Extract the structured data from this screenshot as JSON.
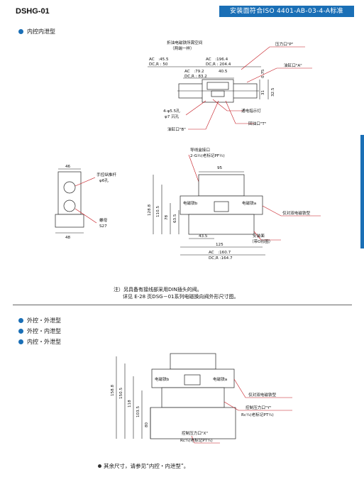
{
  "header": {
    "model_code": "DSHG-01",
    "banner": "安装面符合ISO 4401-AB-03-4-A标准"
  },
  "section1": {
    "label": "内控内泄型"
  },
  "top_view": {
    "annotation_left": "折油电磁铁所需空间",
    "annotation_left_sub": "（两端一样）",
    "ac1": "AC　:45.5",
    "dcr1": "DC,R : 50",
    "ac2": "AC　:196.4",
    "dcr2": "DC,R : 204.4",
    "ac3": "AC　:79.2",
    "dcr3": "DC,R : 83.2",
    "d405": "40.5",
    "d075": "0.75",
    "d31": "31",
    "d325": "32.5",
    "p_port": "压力口\"P\"",
    "a_port": "油缸口\"A\"",
    "b_port": "油缸口\"B\"",
    "t_port": "回油口\"T\"",
    "lamp": "通电指示灯",
    "hole": "4-φ5.5孔",
    "counterbore": "φ7 沉孔"
  },
  "side_view": {
    "w46": "46",
    "w48": "48",
    "manual_pin": "手控纵推杆",
    "pin_hole": "φ6孔",
    "nut": "螺母",
    "nut_size": "S27"
  },
  "front_view": {
    "wire_port": "导线盒接口",
    "wire_port_spec": "2-G½(老标记PF½)",
    "w95": "95",
    "h128_8": "128.8",
    "h110_5": "110.5",
    "h78": "78",
    "h63_5": "63.5",
    "w43_5": "43.5",
    "w125": "125",
    "ac": "AC　:160.7",
    "dcr": "DC,R :164.7",
    "solenoid_left": "电磁铁b",
    "solenoid_right": "电磁铁a",
    "only_double": "仅对双电磁铁型",
    "mount_face": "安装面",
    "o_ring": "（带O形圈）"
  },
  "notes": {
    "line1": "注）另具备有接线部采用DIN插头的阀。",
    "line2": "详见 E-28 页DSG－01系列电磁换向阀外形尺寸图。"
  },
  "section2": {
    "labels": [
      "外控・外泄型",
      "外控・内泄型",
      "内控・外泄型"
    ]
  },
  "bottom_view": {
    "h158_8": "158.8",
    "h150_5": "150.5",
    "h118": "118",
    "h103_5": "103.5",
    "h80": "80",
    "solenoid_left": "电磁铁b",
    "solenoid_right": "电磁铁a",
    "only_double": "仅对双电磁铁型",
    "y_port": "控制压力口\"Y\"",
    "y_port_spec": "Rc¼(老标记PT¼)",
    "x_port": "控制压力口\"X\"",
    "x_port_spec": "Rc¼(老标记PT¼)",
    "footer": "其余尺寸，请参见“内控・内泄型”。"
  }
}
